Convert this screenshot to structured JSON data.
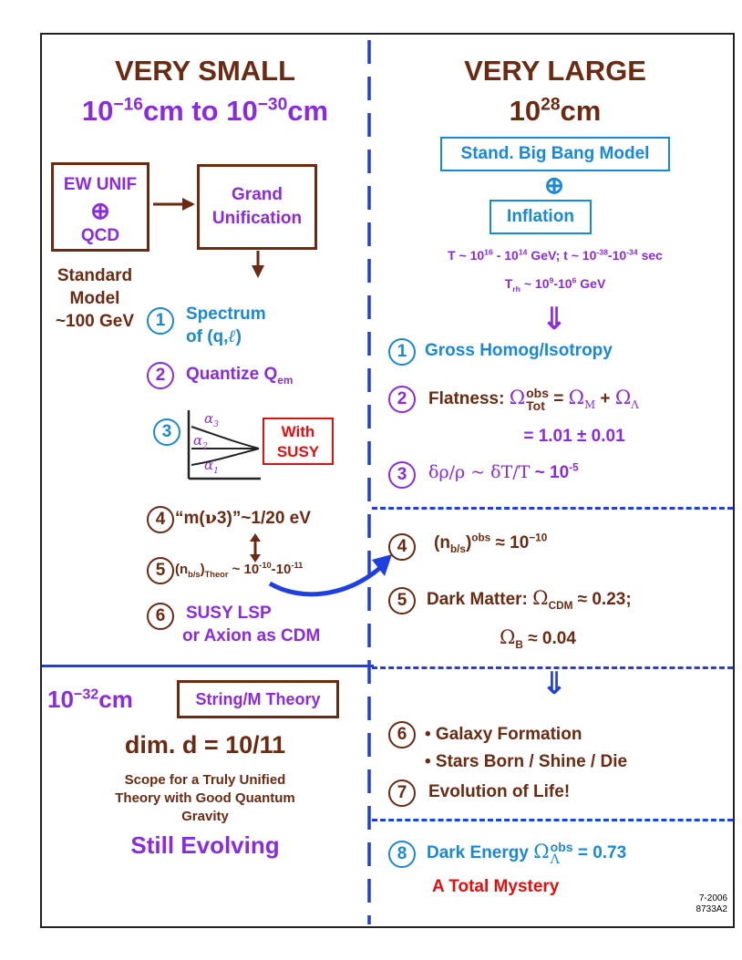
{
  "left": {
    "title": "VERY SMALL",
    "range": {
      "a": "10",
      "a_exp": "−16",
      "a_unit": "cm to ",
      "b": "10",
      "b_exp": "−30",
      "b_unit": "cm"
    },
    "ew_box": {
      "line1": "EW UNIF",
      "plus": "⊕",
      "line2": "QCD"
    },
    "gut_box": {
      "line1": "Grand",
      "line2": "Unification"
    },
    "standard_model": [
      "Standard",
      "Model",
      "~100 GeV"
    ],
    "items": {
      "n1": "1",
      "t1a": "Spectrum",
      "t1b": "of (q,",
      "t1c": "ℓ",
      "t1d": ")",
      "n2": "2",
      "t2": "Quantize Q",
      "t2sub": "em",
      "n3": "3",
      "a3": "α",
      "a3s": "3",
      "a2": "α",
      "a2s": "2",
      "a1": "α",
      "a1s": "1",
      "susy_l1": "With",
      "susy_l2": "SUSY",
      "n4": "4",
      "t4a": "“m(",
      "t4nu": "ν",
      "t4b": "3)”~1/20 eV",
      "n5": "5",
      "t5a": "(n",
      "t5sub": "b/s",
      "t5b": ")",
      "t5sub2": "Theor",
      "t5c": " ~ 10",
      "t5e1": "-10",
      "t5d": "-10",
      "t5e2": "-11",
      "n6": "6",
      "t6a": "SUSY LSP",
      "t6b": "or Axion as CDM"
    },
    "string": {
      "len": "10",
      "len_exp": "−32",
      "len_unit": "cm",
      "box": "String/M Theory",
      "dim": "dim. d = 10/11",
      "scope": [
        "Scope for a Truly Unified",
        "Theory with Good Quantum",
        "Gravity"
      ],
      "evolving": "Still Evolving"
    }
  },
  "right": {
    "title": "VERY LARGE",
    "range": {
      "a": "10",
      "a_exp": "28",
      "a_unit": "cm"
    },
    "bigbang": "Stand. Big Bang Model",
    "plus": "⊕",
    "inflation": "Inflation",
    "temp": {
      "p1": "T ~ 10",
      "e1": "16",
      "p2": " - 10",
      "e2": "14",
      "p3": " GeV; t ~ 10",
      "e3": "-38",
      "p4": "-10",
      "e4": "-34",
      "p5": " sec"
    },
    "trh": {
      "p1": "T",
      "sub": "rh",
      "p2": " ~ 10",
      "e1": "9",
      "p3": "-10",
      "e2": "6",
      "p4": " GeV"
    },
    "down_arrow": "⇓",
    "items": {
      "n1": "1",
      "t1": "Gross Homog/Isotropy",
      "n2": "2",
      "t2a": "Flatness: ",
      "om": "Ω",
      "t2sup": "obs",
      "t2sub": "Tot",
      "t2eq": " = ",
      "omm": "Ω",
      "msub": "M",
      "plus": " + ",
      "oml": "Ω",
      "lsub": "Λ",
      "t2val": "= 1.01 ± 0.01",
      "n3": "3",
      "t3g": "δρ/ρ ~ δT/T",
      "t3a": " ~ 10",
      "t3e": "-5",
      "n4": "4",
      "t4a": "(n",
      "t4sub": "b/s",
      "t4b": ")",
      "t4sup": "obs",
      "t4c": " ≈ 10",
      "t4e": "−10",
      "n5": "5",
      "t5a": "Dark Matter: ",
      "t5om": "Ω",
      "t5sub": "CDM",
      "t5b": " ≈ 0.23;",
      "t5om2": "Ω",
      "t5sub2": "B",
      "t5c": " ≈ 0.04",
      "n6": "6",
      "t6a": "• Galaxy Formation",
      "t6b": "• Stars Born / Shine / Die",
      "n7": "7",
      "t7": "Evolution of Life!",
      "n8": "8",
      "t8a": "Dark Energy ",
      "t8om": "Ω",
      "t8sup": "obs",
      "t8sub": "Λ",
      "t8b": " = 0.73",
      "mystery": "A Total Mystery"
    },
    "stamp": [
      "7-2006",
      "8733A2"
    ]
  },
  "colors": {
    "brown": "#6b2a12",
    "purple": "#8a2be2",
    "blue": "#1a88d8",
    "red": "#e01010",
    "divider": "#1f3fe0"
  }
}
